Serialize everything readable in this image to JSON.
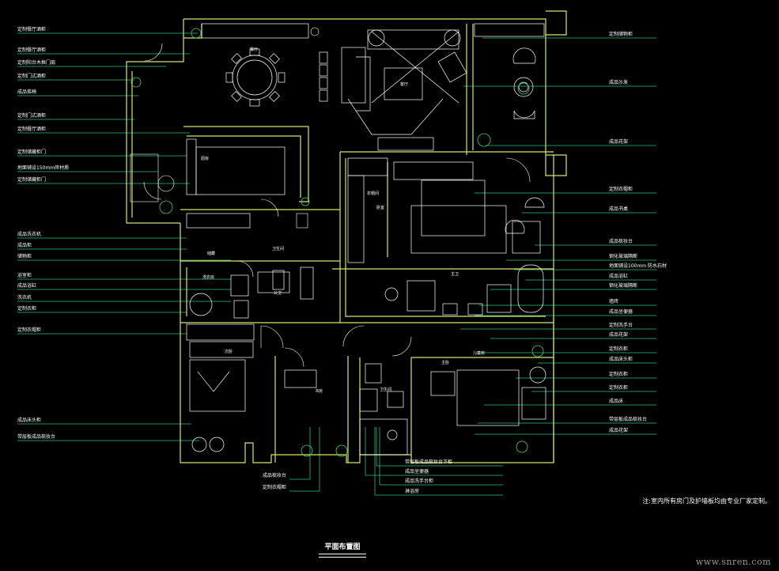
{
  "drawing_title": "平面布置图",
  "note": "注:室内所有房门及护墙板均由专业厂家定制。",
  "watermark": "www.snren.com",
  "colors": {
    "background": "#000000",
    "wall": "#d8e66a",
    "furniture": "#ffffff",
    "leader": "#2fbf7a",
    "plant": "#3fd070"
  },
  "left_labels": [
    "定制餐厅酒柜",
    "定制餐厅酒柜",
    "定制阳台木框门扇",
    "定制门式酒柜",
    "成品摇椅",
    "定制门式酒柜",
    "定制餐厅酒柜",
    "定制储藏柜门",
    "地面铺设150mm砖材质",
    "定制储藏柜门",
    "成品洗衣机",
    "成品柜",
    "储物柜",
    "浴室柜",
    "成品浴缸",
    "洗衣机",
    "定制衣柜",
    "定制衣帽柜",
    "成品床头柜",
    "带层板成品梳妆台"
  ],
  "right_labels": [
    "定制储物柜",
    "成品沙发",
    "成品花架",
    "定制衣帽柜",
    "成品书桌",
    "成品梳妆台",
    "钢化玻璃隔断",
    "地面铺设100mm 防水石材",
    "成品浴缸",
    "钢化玻璃隔断",
    "墙砖",
    "成品坐便器",
    "定制洗手台",
    "成品花架",
    "定制衣柜",
    "成品床头柜",
    "定制衣柜",
    "定制衣柜",
    "成品床",
    "带层板成品梳妆台",
    "成品花架"
  ],
  "bottom_labels": [
    "带层板成品梳妆台下柜",
    "成品坐便器",
    "成品洗手台柜",
    "淋浴房",
    "成品梳妆台",
    "定制衣帽柜"
  ],
  "room_labels": [
    "餐厅",
    "客厅",
    "厨房",
    "卧室",
    "主卫",
    "储藏",
    "衣帽间",
    "卫生间",
    "洗衣房",
    "公卫",
    "主卧",
    "次卧",
    "书房",
    "卫生间",
    "儿童房"
  ]
}
